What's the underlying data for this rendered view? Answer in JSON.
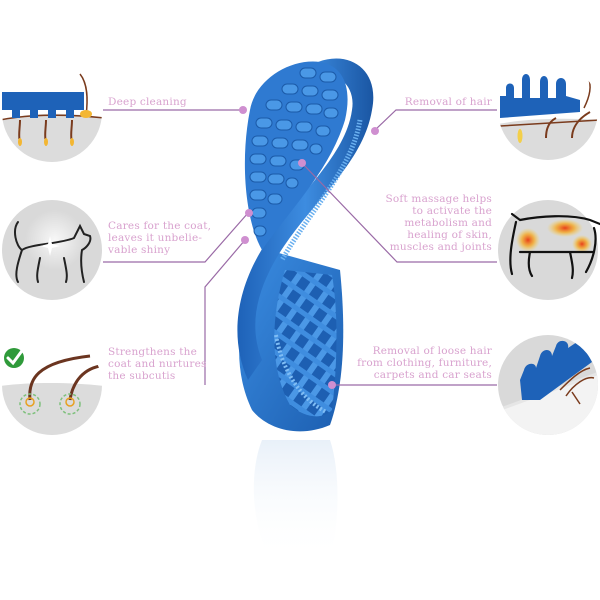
{
  "colors": {
    "brush_blue": "#2f7ad1",
    "brush_dark": "#1b5aa8",
    "brush_light": "#5aa3ec",
    "connector": "#9a6aa6",
    "dot": "#cf8fd0",
    "label_text": "#d9a3cf",
    "circle_bg": "#dcdcdc",
    "hair": "#7a3b1d",
    "follicle": "#f3b632",
    "check_green": "#2f9a3a"
  },
  "features": [
    {
      "id": "deep-cleaning",
      "side": "left",
      "icon": "brush-cleaning-skin-icon",
      "lines": [
        "Deep cleaning"
      ]
    },
    {
      "id": "shiny-coat",
      "side": "left",
      "icon": "shiny-cat-icon",
      "lines": [
        "Cares for the coat,",
        "leaves it unbelie-",
        "vable shiny"
      ]
    },
    {
      "id": "strengthens-coat",
      "side": "left",
      "icon": "hair-follicle-check-icon",
      "lines": [
        "Strengthens the",
        "coat and nurtures",
        "the subcutis"
      ]
    },
    {
      "id": "removal-of-hair",
      "side": "right",
      "icon": "brush-hair-removal-icon",
      "lines": [
        "Removal of hair"
      ]
    },
    {
      "id": "soft-massage",
      "side": "right",
      "icon": "cat-heat-massage-icon",
      "lines": [
        "Soft massage helps",
        "to activate the",
        "metabolism and",
        "healing of skin,",
        "muscles and joints"
      ]
    },
    {
      "id": "loose-hair-removal",
      "side": "right",
      "icon": "brush-fabric-icon",
      "lines": [
        "Removal of loose hair",
        "from clothing, furniture,",
        "carpets and car seats"
      ]
    }
  ]
}
